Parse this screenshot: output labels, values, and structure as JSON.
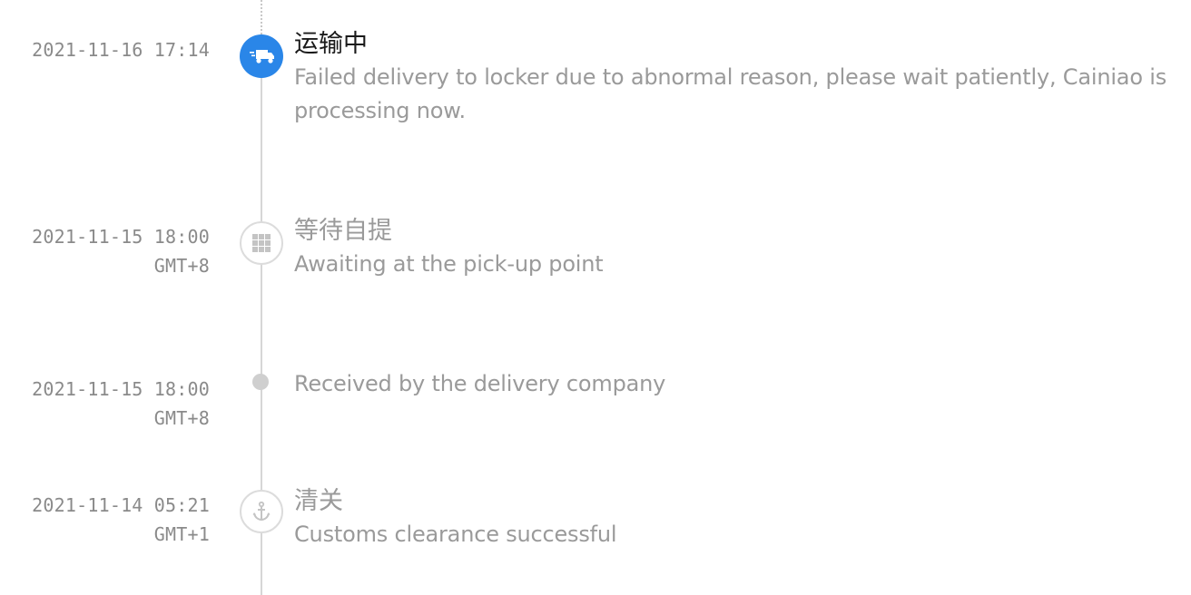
{
  "events": [
    {
      "date": "2021-11-16 17:14",
      "tz": "",
      "status": "运输中",
      "description": "Failed delivery to locker due to abnormal reason, please wait patiently, Cainiao is processing now.",
      "icon": "truck-icon",
      "active": true
    },
    {
      "date": "2021-11-15 18:00",
      "tz": "GMT+8",
      "status": "等待自提",
      "description": "Awaiting at the pick-up point",
      "icon": "locker-grid-icon",
      "active": false
    },
    {
      "date": "2021-11-15 18:00",
      "tz": "GMT+8",
      "status": "",
      "description": "Received by the delivery company",
      "icon": "dot-icon",
      "active": false
    },
    {
      "date": "2021-11-14 05:21",
      "tz": "GMT+1",
      "status": "清关",
      "description": "Customs clearance successful",
      "icon": "anchor-icon",
      "active": false
    }
  ],
  "colors": {
    "accent": "#2a86e8",
    "line": "#d6d6d6",
    "muted_text": "#9a9a9a",
    "active_text": "#1a1a1a"
  }
}
